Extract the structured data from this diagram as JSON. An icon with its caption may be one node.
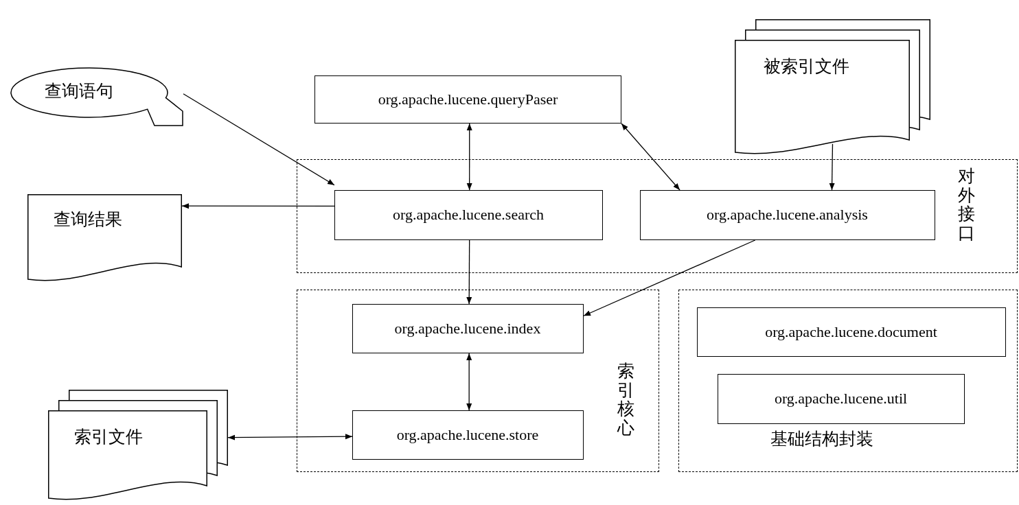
{
  "diagram": {
    "nodes": [
      {
        "text": [
          "查询语句"
        ]
      },
      {
        "text": [
          "org.apache.lucene.queryPaser"
        ]
      },
      {
        "text": [
          "被索引文件"
        ]
      },
      {
        "text": [
          "对外接口"
        ]
      },
      {
        "text": [
          "org.apache.lucene.search"
        ],
        "in": 3
      },
      {
        "text": [
          "org.apache.lucene.analysis"
        ],
        "in": 3
      },
      {
        "text": [
          "查询结果"
        ]
      },
      {
        "text": [
          "索引核心"
        ]
      },
      {
        "text": [
          "org.apache.lucene.index"
        ],
        "in": 7
      },
      {
        "text": [
          "org.apache.lucene.store"
        ],
        "in": 7
      },
      {
        "text": [
          "基础结构封装"
        ]
      },
      {
        "text": [
          "org.apache.lucene.document"
        ],
        "in": 10
      },
      {
        "text": [
          "org.apache.lucene.util"
        ],
        "in": 10
      },
      {
        "text": [
          "索引文件"
        ]
      }
    ],
    "edges": [
      {
        "from": 0,
        "to": 4,
        "arrow": "to"
      },
      {
        "from": 1,
        "to": 4,
        "arrow": "both"
      },
      {
        "from": 1,
        "to": 5,
        "arrow": "both"
      },
      {
        "from": 2,
        "to": 5,
        "arrow": "to"
      },
      {
        "from": 4,
        "to": 6,
        "arrow": "to"
      },
      {
        "from": 4,
        "to": 8,
        "arrow": "to"
      },
      {
        "from": 5,
        "to": 8,
        "arrow": "to"
      },
      {
        "from": 8,
        "to": 9,
        "arrow": "both"
      },
      {
        "from": 13,
        "to": 9,
        "arrow": "both"
      }
    ]
  }
}
